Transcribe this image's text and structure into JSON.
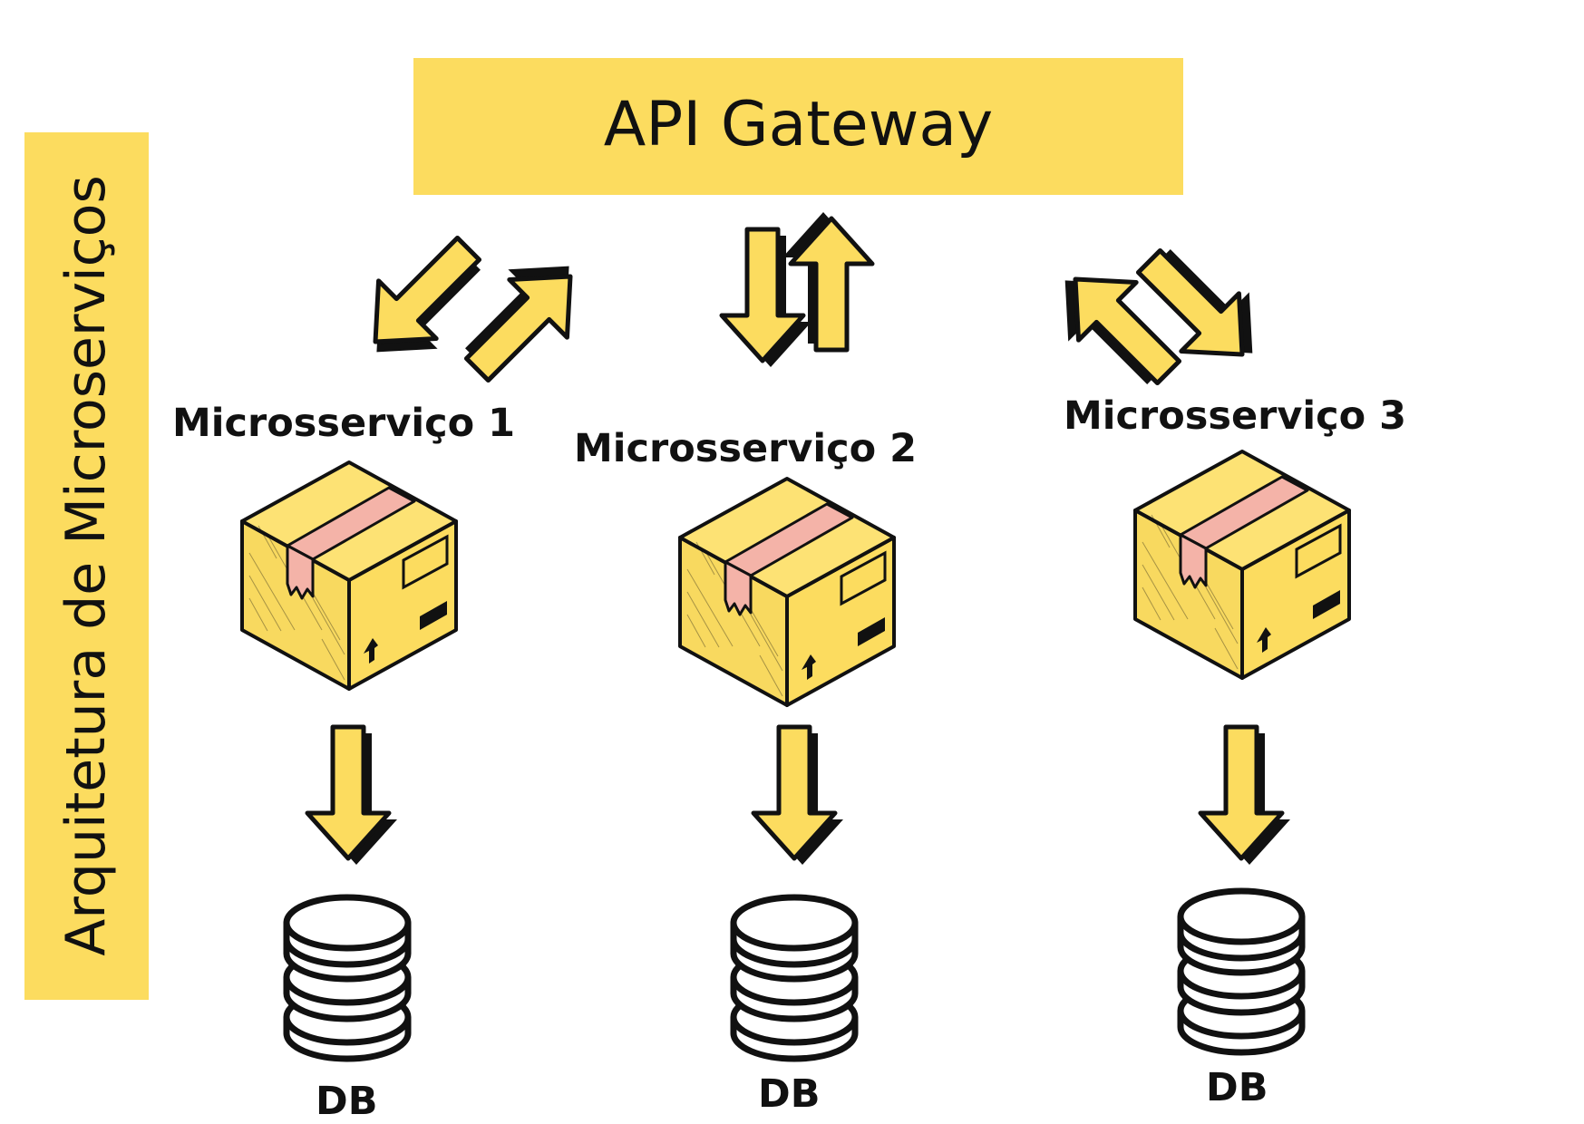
{
  "title": "Arquitetura de Microserviços",
  "gateway": {
    "label": "API Gateway"
  },
  "services": [
    {
      "label": "Microsserviço 1",
      "db_label": "DB"
    },
    {
      "label": "Microsserviço 2",
      "db_label": "DB"
    },
    {
      "label": "Microsserviço 3",
      "db_label": "DB"
    }
  ],
  "colors": {
    "accent_yellow": "#fcdc5f",
    "tape_pink": "#f4b3a8",
    "outline": "#111111",
    "background": "#ffffff"
  },
  "icons": [
    "arrow-icon",
    "box-icon",
    "database-icon"
  ]
}
